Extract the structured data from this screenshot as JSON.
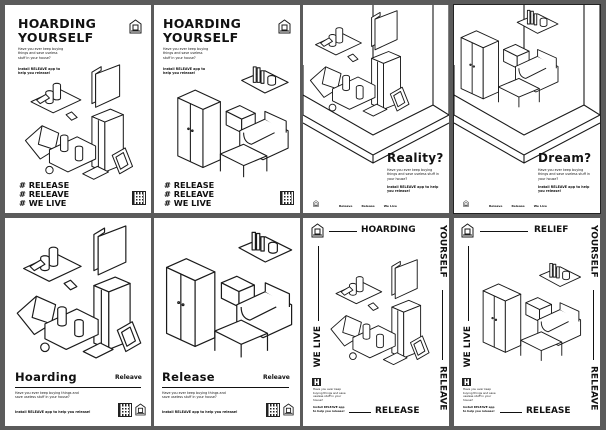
{
  "colors": {
    "background": "#5b5b5b",
    "poster": "#ffffff",
    "ink": "#111111"
  },
  "common": {
    "question": "Have you ever keep buying things and save useless stuff in your house?",
    "install": "Install RELEAVE app to help you release!"
  },
  "posters": [
    {
      "title1": "HOARDING",
      "title2": "YOURSELF",
      "tags": [
        "# RELEASE",
        "# RELEAVE",
        "# WE LIVE"
      ]
    },
    {
      "title1": "HOARDING",
      "title2": "YOURSELF",
      "tags": [
        "# RELEASE",
        "# RELEAVE",
        "# WE LIVE"
      ]
    },
    {
      "title": "Reality?",
      "nav": [
        "Releave",
        "Release",
        "We Live"
      ]
    },
    {
      "title": "Dream?",
      "nav": [
        "Releave",
        "Release",
        "We Live"
      ]
    },
    {
      "title": "Hoarding",
      "brand": "Releave"
    },
    {
      "title": "Release",
      "brand": "Releave"
    },
    {
      "top": "HOARDING",
      "right": "YOURSELF",
      "bottom": "RELEASE",
      "left": "WE LIVE",
      "right_bottom": "RELEAVE"
    },
    {
      "top": "RELIEF",
      "right": "YOURSELF",
      "bottom": "RELEASE",
      "left": "WE LIVE",
      "right_bottom": "RELEAVE"
    }
  ]
}
